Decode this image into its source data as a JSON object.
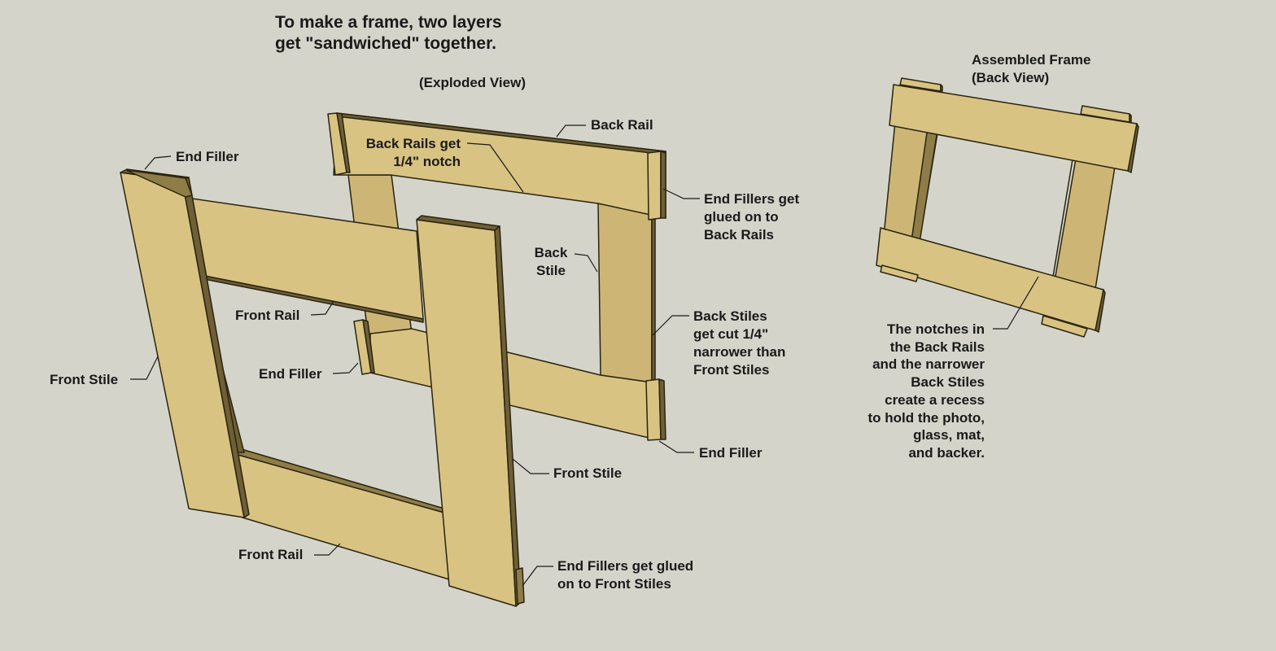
{
  "title": "To make a frame, two layers\nget \"sandwiched\" together.",
  "exploded_view": "(Exploded View)",
  "assembled_title": "Assembled Frame\n(Back View)",
  "labels": {
    "back_rail": "Back Rail",
    "back_rails_notch": "Back Rails get\n1/4\" notch",
    "end_filler_top": "End Filler",
    "end_fillers_back": "End Fillers get\nglued on to\nBack Rails",
    "back_stile": "Back\nStile",
    "back_stiles_cut": "Back Stiles\nget cut 1/4\"\nnarrower than\nFront Stiles",
    "front_rail_top": "Front Rail",
    "end_filler_mid": "End Filler",
    "front_stile_left": "Front Stile",
    "end_filler_right": "End Filler",
    "front_stile_right": "Front Stile",
    "front_rail_bottom": "Front Rail",
    "end_fillers_front": "End Fillers get glued\non to Front Stiles"
  },
  "assembled_note": "The notches in\nthe Back Rails\nand the narrower\nBack Stiles\ncreate a recess\nto hold the photo,\nglass, mat,\nand backer.",
  "colors": {
    "background": "#d4d4cb",
    "wood": "#d8c382",
    "wood_edge": "#6e5f36"
  }
}
